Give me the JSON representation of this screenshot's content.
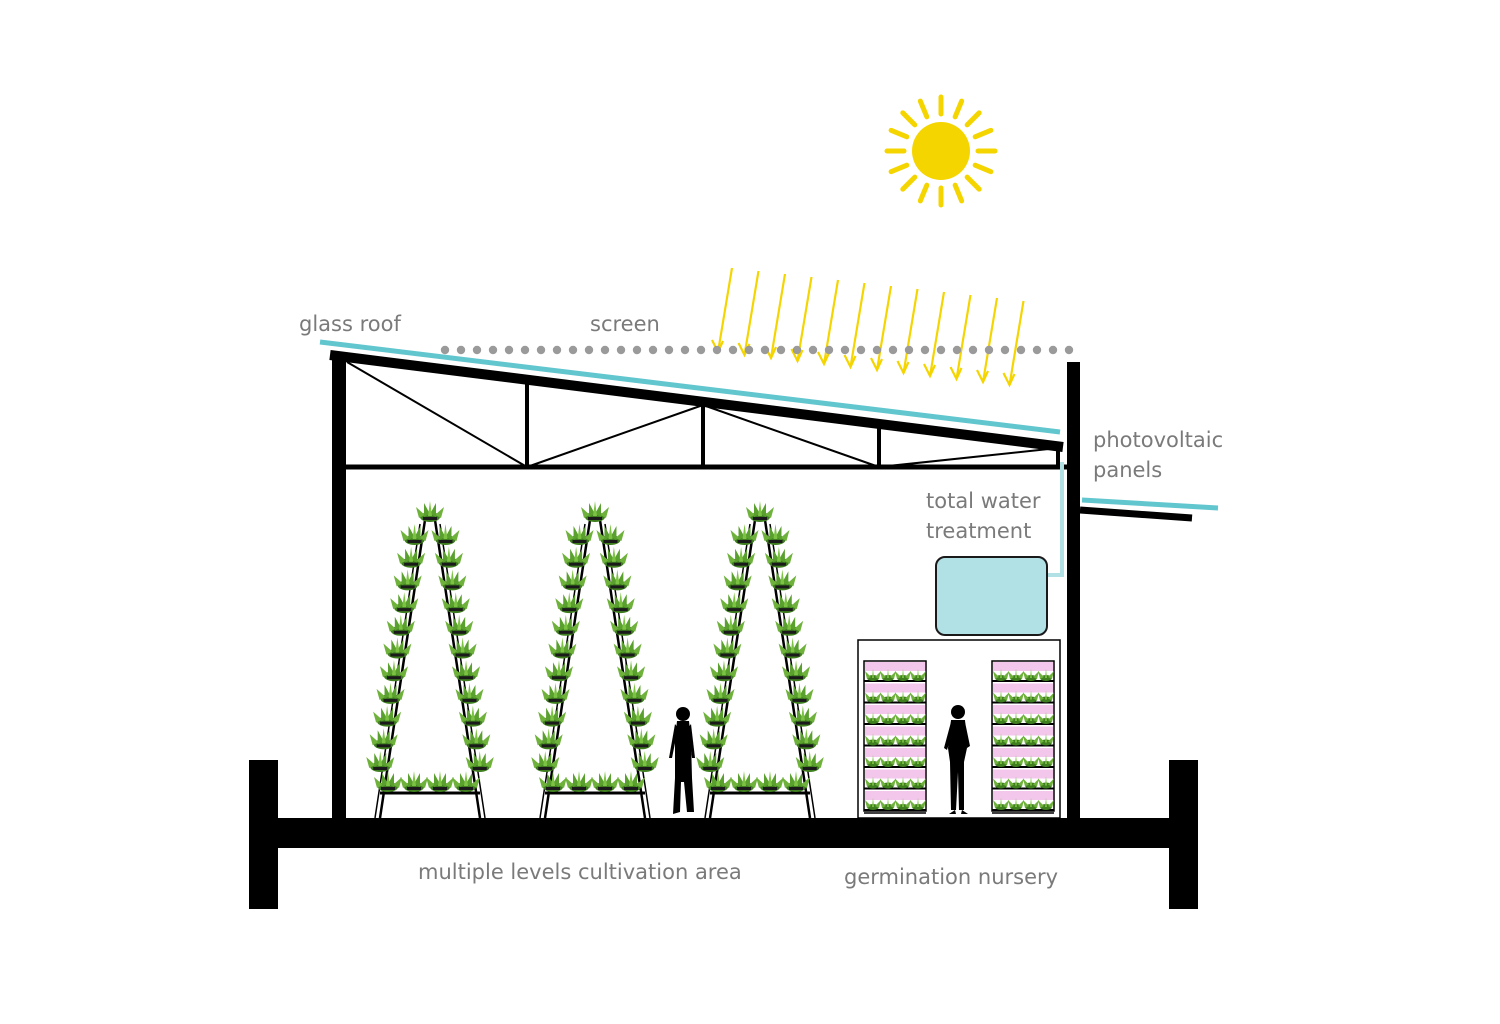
{
  "labels": {
    "glass_roof": "glass roof",
    "screen": "screen",
    "photovoltaic_line1": "photovoltaic",
    "photovoltaic_line2": "panels",
    "water_line1": "total water",
    "water_line2": "treatment",
    "cultivation": "multiple levels cultivation area",
    "nursery": "germination nursery"
  },
  "colors": {
    "structure": "#000000",
    "glass": "#62c6cf",
    "screen_dots": "#9a9a9a",
    "sun": "#f5d500",
    "sun_rays": "#f5d500",
    "water_tank": "#b2e1e5",
    "plant_light": "#6fb23b",
    "plant_dark": "#3f7f1f",
    "grow_light": "#f3c6ec",
    "label_text": "#7a7a7a"
  },
  "icons": {
    "sun": "sun-icon",
    "sunlight": "sunlight-arrow-icon",
    "plant": "plant-icon",
    "person": "person-silhouette-icon",
    "tank": "water-tank-icon"
  }
}
